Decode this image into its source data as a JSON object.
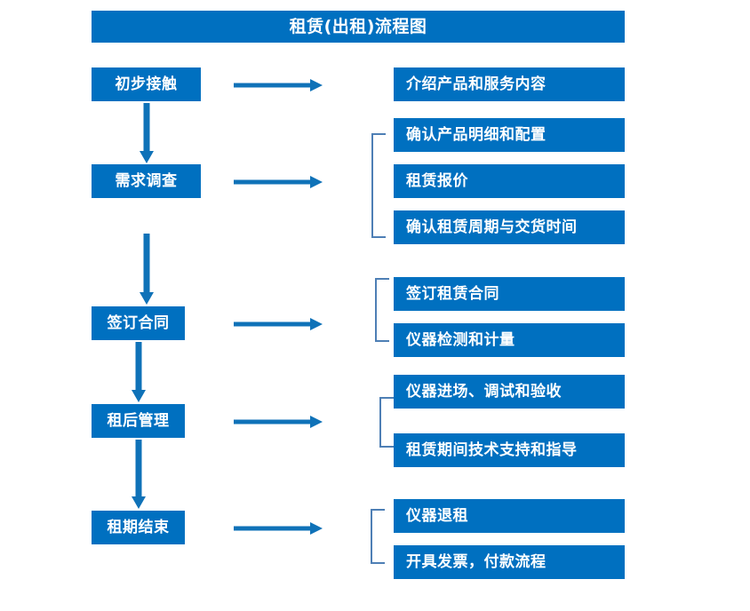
{
  "diagram": {
    "title": "租赁(出租)流程图",
    "colors": {
      "box_fill": "#0070c0",
      "box_text": "#ffffff",
      "arrow": "#0f72b8",
      "bracket": "#4e7fb5",
      "background": "#ffffff"
    },
    "stages": [
      {
        "id": "stage-1",
        "label": "初步接触"
      },
      {
        "id": "stage-2",
        "label": "需求调查"
      },
      {
        "id": "stage-3",
        "label": "签订合同"
      },
      {
        "id": "stage-4",
        "label": "租后管理"
      },
      {
        "id": "stage-5",
        "label": "租期结束"
      }
    ],
    "details": [
      {
        "id": "detail-1-1",
        "label": "介绍产品和服务内容"
      },
      {
        "id": "detail-2-1",
        "label": "确认产品明细和配置"
      },
      {
        "id": "detail-2-2",
        "label": "租赁报价"
      },
      {
        "id": "detail-2-3",
        "label": "确认租赁周期与交货时间"
      },
      {
        "id": "detail-3-1",
        "label": "签订租赁合同"
      },
      {
        "id": "detail-3-2",
        "label": "仪器检测和计量"
      },
      {
        "id": "detail-4-1",
        "label": "仪器进场、调试和验收"
      },
      {
        "id": "detail-4-2",
        "label": "租赁期间技术支持和指导"
      },
      {
        "id": "detail-5-1",
        "label": "仪器退租"
      },
      {
        "id": "detail-5-2",
        "label": "开具发票，付款流程"
      }
    ],
    "connectors": {
      "horizontal_arrow_count": 5,
      "vertical_arrow_count": 4,
      "bracket_count": 4
    }
  }
}
